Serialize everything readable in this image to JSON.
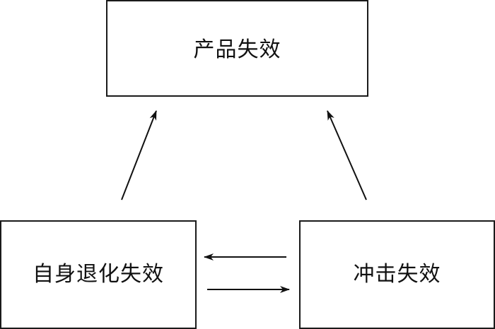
{
  "nodes": {
    "top": {
      "label": "产品失效"
    },
    "left": {
      "label": "自身退化失效"
    },
    "right": {
      "label": "冲击失效"
    }
  },
  "edges": [
    {
      "from": "left",
      "to": "top"
    },
    {
      "from": "right",
      "to": "top"
    },
    {
      "from": "right",
      "to": "left"
    },
    {
      "from": "left",
      "to": "right"
    }
  ]
}
